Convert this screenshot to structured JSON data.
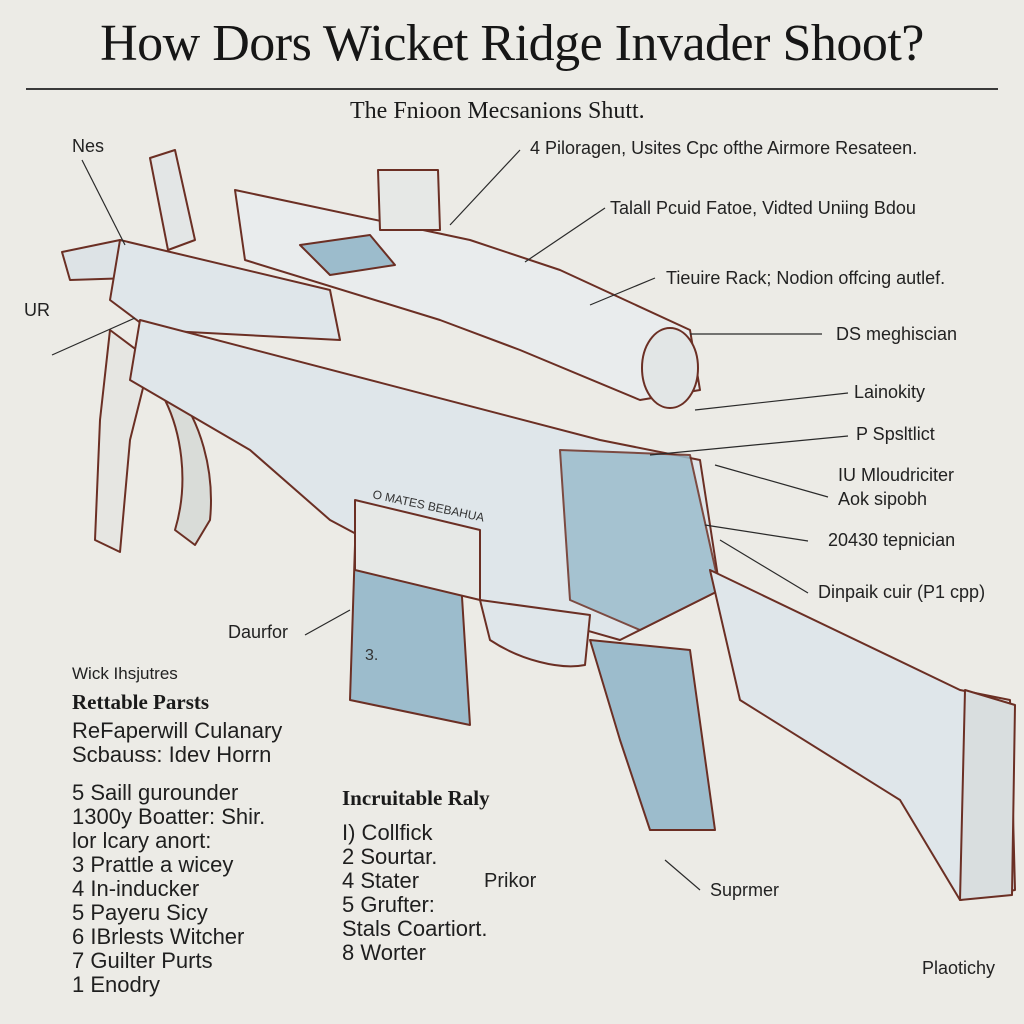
{
  "title": "How  Dors Wicket Ridge Invader Shoot?",
  "subtitle": "The Fnioon Mecsanions Shutt.",
  "callouts": {
    "nes": "Nes",
    "ur": "UR",
    "pilo": "4 Piloragen, Usites Cpc ofthe Airmore Resateen.",
    "talall": "Talall Pcuid Fatoe, Vidted Uniing Bdou",
    "tieuire": "Tieuire Rack; Nodion offcing autlef.",
    "ds": "DS meghiscian",
    "lainokity": "Lainokity",
    "spsltlict": "P Spsltlict",
    "mloudriciter": "IU Mloudriciter",
    "aok": "Aok sipobh",
    "num": "20430 tepnician",
    "dinpaik": "Dinpaik cuir  (P1 cpp)",
    "daurfor": "Daurfor",
    "suprmer": "Suprmer",
    "plaotichy": "Plaotichy",
    "prikor": "Prikor"
  },
  "receiver_stamp": "O MATES BEBAHUA",
  "left_list": {
    "caption": "Wick Ihsjutres",
    "heading": "Rettable Parsts",
    "items": [
      "ReFaperwill Culanary",
      "Scbauss:  Idev  Horrn",
      "5 Saill gurounder",
      "1300y Boatter: Shir.",
      "lor lcary anort:",
      "3 Prattle a wicey",
      "4 In-inducker",
      "5 Payeru Sicy",
      "6 IBrlests Witcher",
      "7 Guilter  Purts",
      "1 Enodry"
    ]
  },
  "right_list": {
    "heading": "Incruitable Raly",
    "items": [
      "I) Collfick",
      "2 Sourtar.",
      "4 Stater",
      "5 Grufter:",
      " Stals Coartiort.",
      "8 Worter"
    ]
  },
  "colors": {
    "background": "#ecebe6",
    "ink": "#1d1d1d",
    "line": "#6b2f24",
    "blue": "#9cbccc",
    "body": "#dfe6ea"
  }
}
